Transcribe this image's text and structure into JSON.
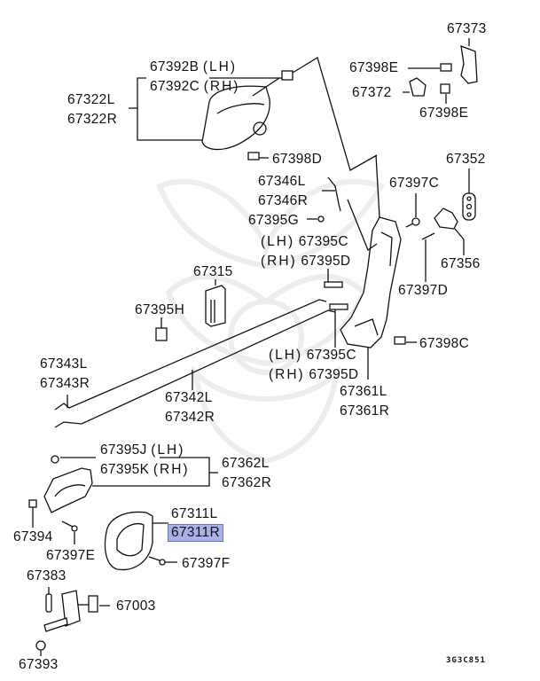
{
  "diagram": {
    "title": "Door lock / handle parts diagram",
    "figure_code": "3G3C851",
    "highlight_color": "#aab0e8",
    "highlight_border": "#6a6fbf",
    "line_color": "#111111",
    "watermark_color": "#e8e8e8"
  },
  "labels": {
    "p67373": "67373",
    "p67398E_a": "67398E",
    "p67372": "67372",
    "p67398E_b": "67398E",
    "p67392B": "67392B",
    "p67392B_side": "(LH)",
    "p67392C": "67392C",
    "p67392C_side": "(RH)",
    "p67322L": "67322L",
    "p67322R": "67322R",
    "p67398D": "67398D",
    "p67352": "67352",
    "p67346L": "67346L",
    "p67346R": "67346R",
    "p67397C": "67397C",
    "p67395G": "67395G",
    "p67395C_a_side": "(LH)",
    "p67395C_a": "67395C",
    "p67395D_a_side": "(RH)",
    "p67395D_a": "67395D",
    "p67356": "67356",
    "p67315": "67315",
    "p67397D": "67397D",
    "p67395H": "67395H",
    "p67398C": "67398C",
    "p67343L": "67343L",
    "p67343R": "67343R",
    "p67395C_b_side": "(LH)",
    "p67395C_b": "67395C",
    "p67395D_b_side": "(RH)",
    "p67395D_b": "67395D",
    "p67342L": "67342L",
    "p67342R": "67342R",
    "p67361L": "67361L",
    "p67361R": "67361R",
    "p67395J": "67395J",
    "p67395J_side": "(LH)",
    "p67395K": "67395K",
    "p67395K_side": "(RH)",
    "p67362L": "67362L",
    "p67362R": "67362R",
    "p67311L": "67311L",
    "p67311R": "67311R",
    "p67394": "67394",
    "p67397E": "67397E",
    "p67397F": "67397F",
    "p67383": "67383",
    "p67003": "67003",
    "p67393": "67393"
  },
  "selected_part": "67311R"
}
